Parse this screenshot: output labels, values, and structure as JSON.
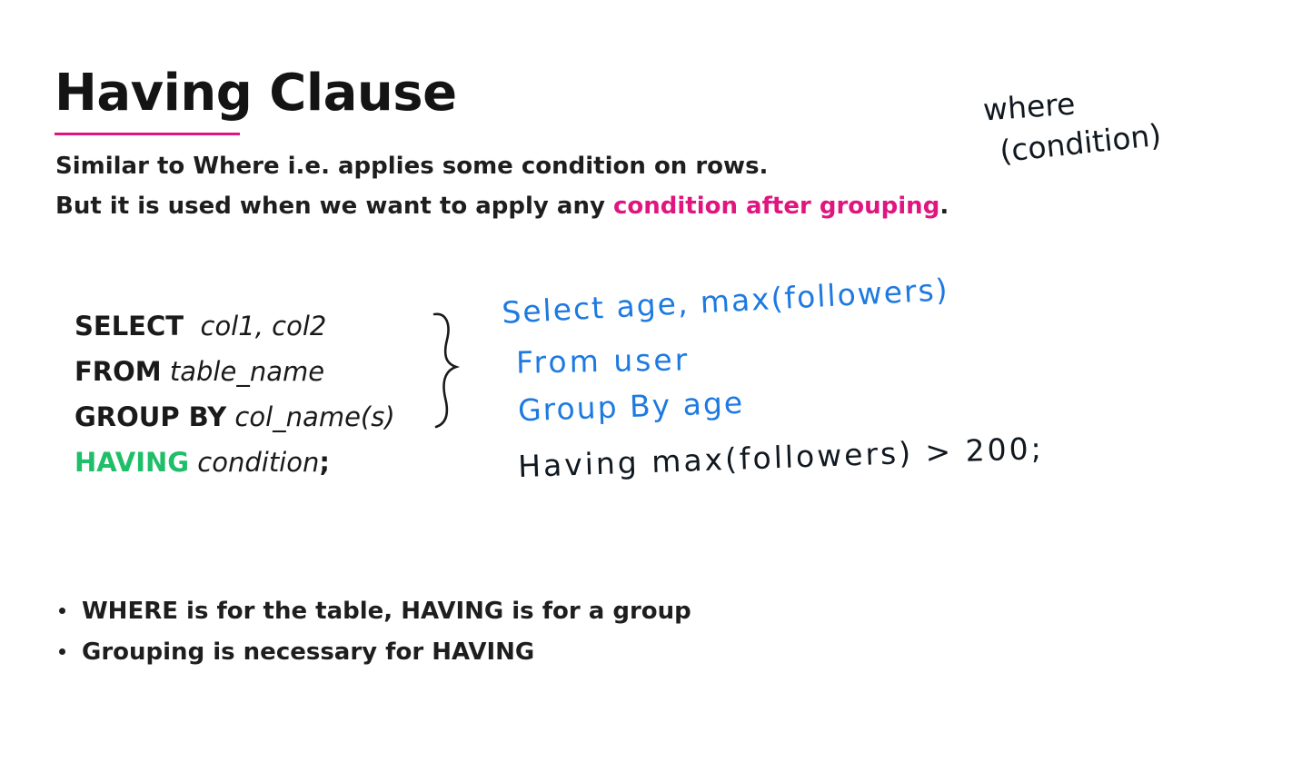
{
  "title": "Having Clause",
  "intro": {
    "line1": "Similar to Where i.e. applies some condition on rows.",
    "line2_prefix": "But it is used when we want to apply any ",
    "line2_highlight": "condition after grouping",
    "line2_suffix": "."
  },
  "syntax": [
    {
      "keyword": "SELECT",
      "arg": "col1, col2"
    },
    {
      "keyword": "FROM",
      "arg": "table_name"
    },
    {
      "keyword": "GROUP BY",
      "arg": "col_name(s)"
    },
    {
      "keyword": "HAVING",
      "arg": "condition",
      "terminator": ";"
    }
  ],
  "handwriting": {
    "note_line1": "where",
    "note_line2": "(condition)",
    "query": [
      "Select age, max(followers)",
      "From user",
      "Group By age"
    ],
    "having": "Having max(followers) > 200;"
  },
  "bullets": [
    "WHERE is for the table, HAVING is for a group",
    "Grouping is necessary for HAVING"
  ],
  "colors": {
    "accent": "#e0157f",
    "having": "#1fbe69",
    "ink_blue": "#1e7ae0"
  }
}
